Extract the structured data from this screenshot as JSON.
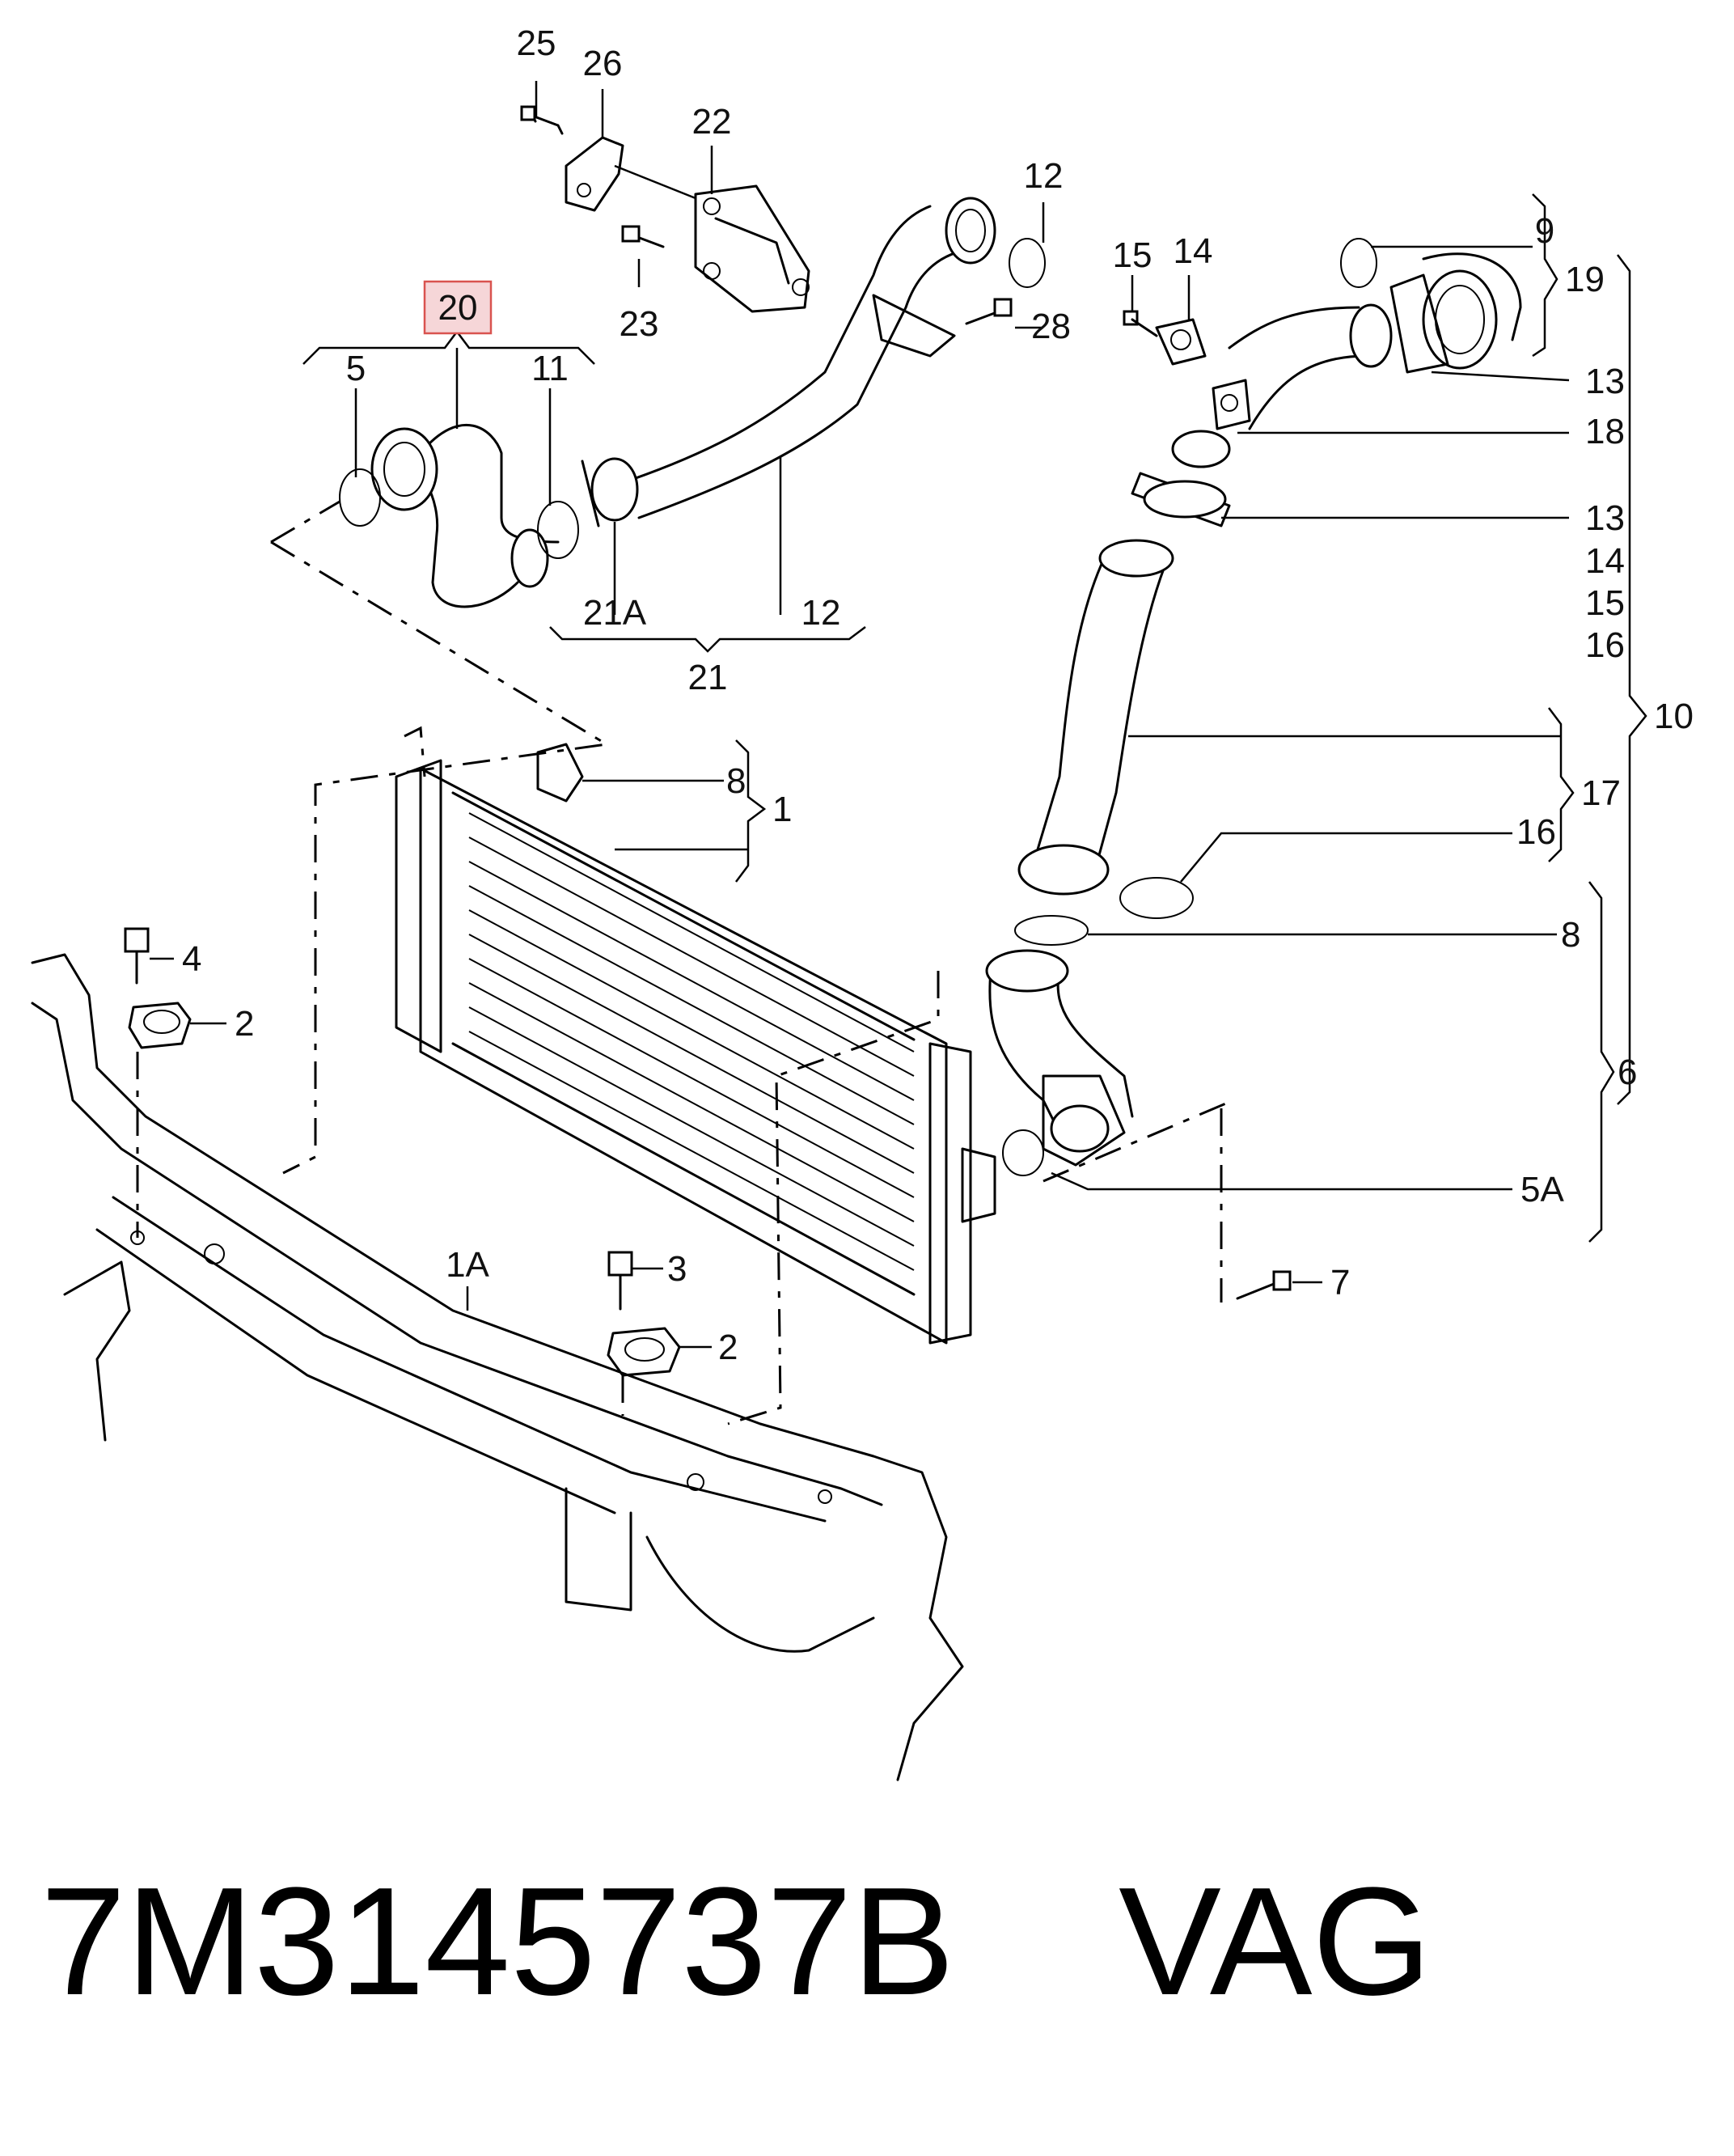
{
  "highlighted_callout": "20",
  "callouts": {
    "c25": "25",
    "c26": "26",
    "c22": "22",
    "c12a": "12",
    "c23": "23",
    "c28": "28",
    "c20": "20",
    "c5": "5",
    "c11": "11",
    "c21a": "21A",
    "c12b": "12",
    "c21": "21",
    "c15": "15",
    "c14a": "14",
    "c9": "9",
    "c19": "19",
    "c13a": "13",
    "c18": "18",
    "c13b": "13",
    "c14b": "14",
    "c15b": "15",
    "c16a": "16",
    "c10": "10",
    "c17": "17",
    "c16b": "16",
    "c8a": "8",
    "c1": "1",
    "c8b": "8",
    "c6": "6",
    "c4": "4",
    "c2a": "2",
    "c5a": "5A",
    "c1a": "1A",
    "c3": "3",
    "c7": "7",
    "c2b": "2"
  },
  "footer": {
    "part_number": "7M3145737B",
    "brand": "VAG"
  }
}
